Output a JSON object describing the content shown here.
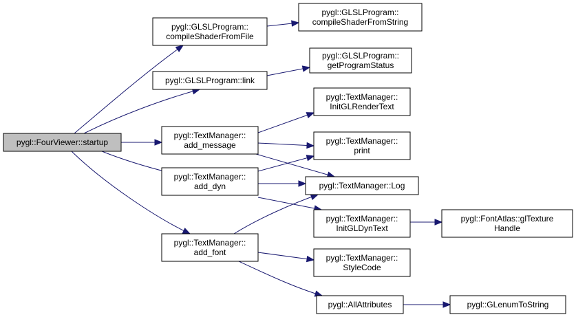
{
  "diagram": {
    "root": "startup",
    "nodes": [
      {
        "id": "startup",
        "lines": [
          "pygl::FourViewer::startup"
        ],
        "root": true
      },
      {
        "id": "compileShaderFromFile",
        "lines": [
          "pygl::GLSLProgram::",
          "compileShaderFromFile"
        ]
      },
      {
        "id": "compileShaderFromString",
        "lines": [
          "pygl::GLSLProgram::",
          "compileShaderFromString"
        ]
      },
      {
        "id": "link",
        "lines": [
          "pygl::GLSLProgram::link"
        ]
      },
      {
        "id": "getProgramStatus",
        "lines": [
          "pygl::GLSLProgram::",
          "getProgramStatus"
        ]
      },
      {
        "id": "add_message",
        "lines": [
          "pygl::TextManager::",
          "add_message"
        ]
      },
      {
        "id": "InitGLRenderText",
        "lines": [
          "pygl::TextManager::",
          "InitGLRenderText"
        ]
      },
      {
        "id": "print",
        "lines": [
          "pygl::TextManager::",
          "print"
        ]
      },
      {
        "id": "add_dyn",
        "lines": [
          "pygl::TextManager::",
          "add_dyn"
        ]
      },
      {
        "id": "Log",
        "lines": [
          "pygl::TextManager::Log"
        ]
      },
      {
        "id": "InitGLDynText",
        "lines": [
          "pygl::TextManager::",
          "InitGLDynText"
        ]
      },
      {
        "id": "glTextureHandle",
        "lines": [
          "pygl::FontAtlas::glTexture",
          "Handle"
        ]
      },
      {
        "id": "add_font",
        "lines": [
          "pygl::TextManager::",
          "add_font"
        ]
      },
      {
        "id": "StyleCode",
        "lines": [
          "pygl::TextManager::",
          "StyleCode"
        ]
      },
      {
        "id": "AllAttributes",
        "lines": [
          "pygl::AllAttributes"
        ]
      },
      {
        "id": "GLenumToString",
        "lines": [
          "pygl::GLenumToString"
        ]
      }
    ],
    "edges": [
      {
        "from": "startup",
        "to": "compileShaderFromFile"
      },
      {
        "from": "startup",
        "to": "link"
      },
      {
        "from": "startup",
        "to": "add_message"
      },
      {
        "from": "startup",
        "to": "add_dyn"
      },
      {
        "from": "startup",
        "to": "add_font"
      },
      {
        "from": "compileShaderFromFile",
        "to": "compileShaderFromString"
      },
      {
        "from": "link",
        "to": "getProgramStatus"
      },
      {
        "from": "add_message",
        "to": "InitGLRenderText"
      },
      {
        "from": "add_message",
        "to": "print"
      },
      {
        "from": "add_message",
        "to": "Log"
      },
      {
        "from": "add_dyn",
        "to": "print"
      },
      {
        "from": "add_dyn",
        "to": "Log"
      },
      {
        "from": "add_dyn",
        "to": "InitGLDynText"
      },
      {
        "from": "add_font",
        "to": "Log"
      },
      {
        "from": "add_font",
        "to": "StyleCode"
      },
      {
        "from": "add_font",
        "to": "AllAttributes"
      },
      {
        "from": "InitGLDynText",
        "to": "glTextureHandle"
      },
      {
        "from": "AllAttributes",
        "to": "GLenumToString"
      }
    ],
    "colors": {
      "edge": "#191970",
      "root_fill": "#bfbfbf",
      "node_fill": "#ffffff",
      "node_border": "#000000"
    }
  }
}
